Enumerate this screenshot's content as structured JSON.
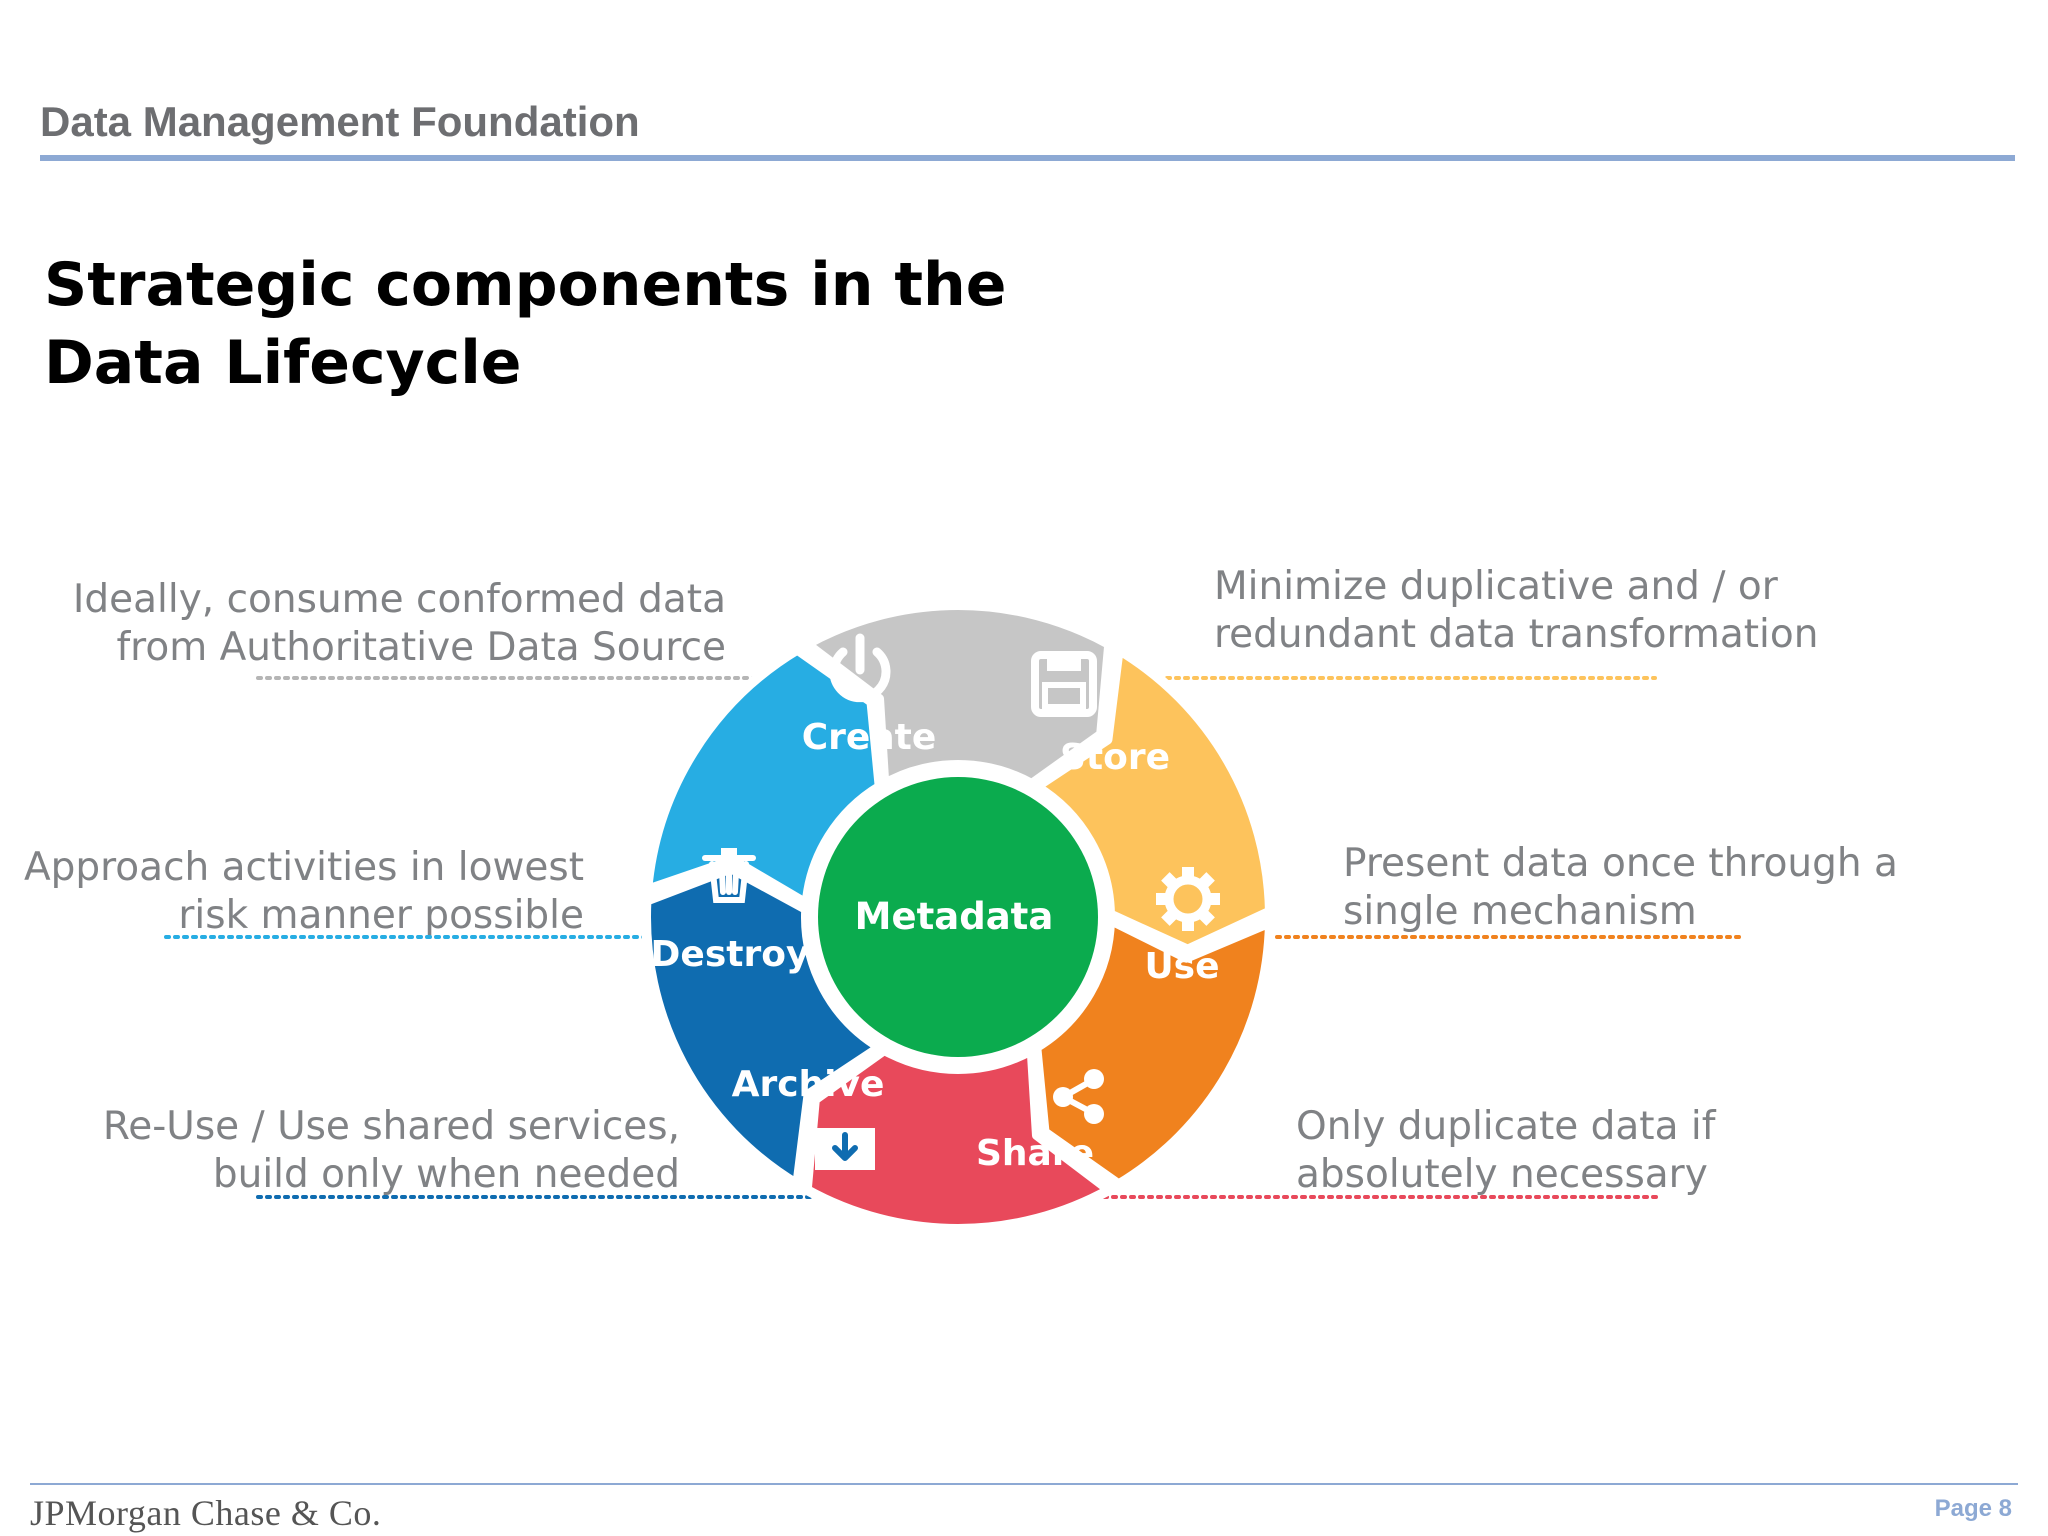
{
  "header": {
    "title": "Data Management Foundation"
  },
  "main": {
    "title_line1": "Strategic components in the",
    "title_line2": "Data Lifecycle"
  },
  "cycle": {
    "center": "Metadata",
    "segments": {
      "create": {
        "label": "Create",
        "color": "#c6c6c6",
        "icon": "power-icon"
      },
      "store": {
        "label": "Store",
        "color": "#fdc35c",
        "icon": "save-icon"
      },
      "use": {
        "label": "Use",
        "color": "#f0821e",
        "icon": "gear-icon"
      },
      "share": {
        "label": "Share",
        "color": "#e8495b",
        "icon": "share-icon"
      },
      "archive": {
        "label": "Archive",
        "color": "#0f6cb0",
        "icon": "archive-download-icon"
      },
      "destroy": {
        "label": "Destroy",
        "color": "#27ade3",
        "icon": "trash-icon"
      }
    },
    "center_color": "#0bab4e"
  },
  "annotations": {
    "create": {
      "line1": "Ideally, consume conformed data",
      "line2": "from Authoritative Data Source"
    },
    "store": {
      "line1": "Minimize duplicative and / or",
      "line2": "redundant data transformation"
    },
    "destroy": {
      "line1": "Approach activities in lowest",
      "line2": "risk manner possible"
    },
    "use": {
      "line1": "Present data once through a",
      "line2": "single mechanism"
    },
    "archive": {
      "line1": "Re-Use / Use shared services,",
      "line2": "build only when needed"
    },
    "share": {
      "line1": "Only duplicate data if",
      "line2": "absolutely necessary"
    }
  },
  "footer": {
    "company": "JPMorgan Chase & Co.",
    "page": "Page 8"
  }
}
